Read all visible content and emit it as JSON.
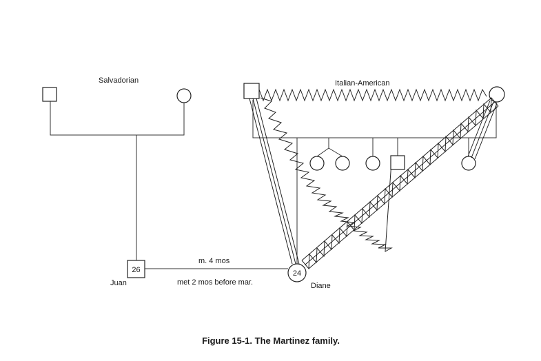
{
  "groups": {
    "left_label": "Salvadorian",
    "right_label": "Italian-American"
  },
  "people": {
    "juan": {
      "name": "Juan",
      "age": "26"
    },
    "diane": {
      "name": "Diane",
      "age": "24"
    }
  },
  "marriage": {
    "line1": "m. 4 mos",
    "line2": "met 2 mos before mar."
  },
  "caption": "Figure 15-1. The Martinez family."
}
